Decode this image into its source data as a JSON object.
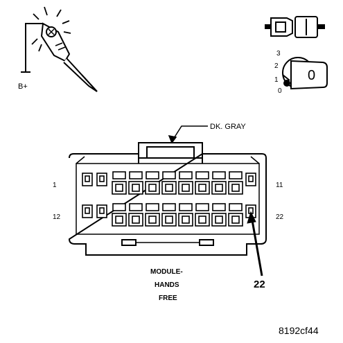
{
  "probe": {
    "label": "B+"
  },
  "ignition": {
    "positions": [
      "3",
      "2",
      "1",
      "0"
    ],
    "key_mark": "0"
  },
  "connector": {
    "color_label": "DK. GRAY",
    "pin_top_left": "1",
    "pin_top_right": "11",
    "pin_bottom_left": "12",
    "pin_bottom_right": "22",
    "callout_pin": "22",
    "module_line1": "MODULE-",
    "module_line2": "HANDS",
    "module_line3": "FREE"
  },
  "figure_id": "8192cf44"
}
